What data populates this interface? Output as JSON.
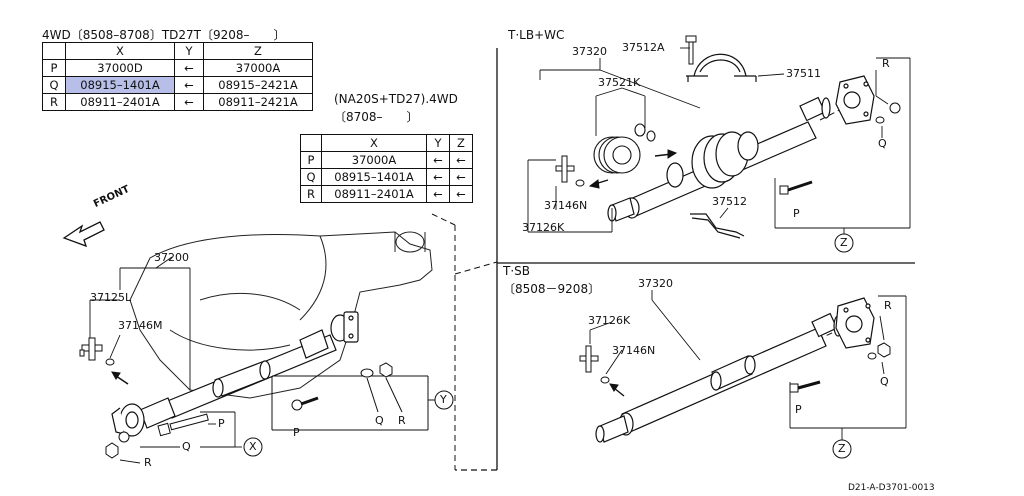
{
  "table_main": {
    "title": "4WD〔8508–8708〕TD27T〔9208–　　〕",
    "headers": [
      "",
      "X",
      "Y",
      "Z"
    ],
    "rows": [
      [
        "P",
        "37000D",
        "←",
        "37000A"
      ],
      [
        "Q",
        "08915–1401A",
        "←",
        "08915–2421A"
      ],
      [
        "R",
        "08911–2401A",
        "←",
        "08911–2421A"
      ]
    ]
  },
  "table_alt": {
    "title": "(NA20S+TD27).4WD",
    "subtitle": "〔8708–　　〕",
    "headers": [
      "",
      "X",
      "Y",
      "Z"
    ],
    "rows": [
      [
        "P",
        "37000A",
        "←",
        "←"
      ],
      [
        "Q",
        "08915–1401A",
        "←",
        "←"
      ],
      [
        "R",
        "08911–2401A",
        "←",
        "←"
      ]
    ]
  },
  "section_top": {
    "title": "T·LB+WC",
    "labels": {
      "p37320": "37320",
      "p37512A": "37512A",
      "p37511": "37511",
      "p37521K": "37521K",
      "p37146N": "37146N",
      "p37126K": "37126K",
      "p37512": "37512",
      "R": "R",
      "Q": "Q",
      "P": "P",
      "Z": "Z"
    }
  },
  "section_bottom": {
    "title": "T·SB",
    "range": "〔8508－9208〕",
    "labels": {
      "p37320": "37320",
      "p37126K": "37126K",
      "p37146N": "37146N",
      "R": "R",
      "Q": "Q",
      "P": "P",
      "Z": "Z"
    }
  },
  "section_left": {
    "front": "FRONT",
    "labels": {
      "p37200": "37200",
      "p37125L": "37125L",
      "p37146M": "37146M",
      "P": "P",
      "Q": "Q",
      "R": "R",
      "X": "X",
      "Y": "Y",
      "Q2": "Q",
      "R2": "R",
      "P2": "P"
    }
  },
  "footer": {
    "code": "D21-A-D3701-0013"
  },
  "colors": {
    "highlight": "#b7bfe8",
    "line": "#111111"
  }
}
